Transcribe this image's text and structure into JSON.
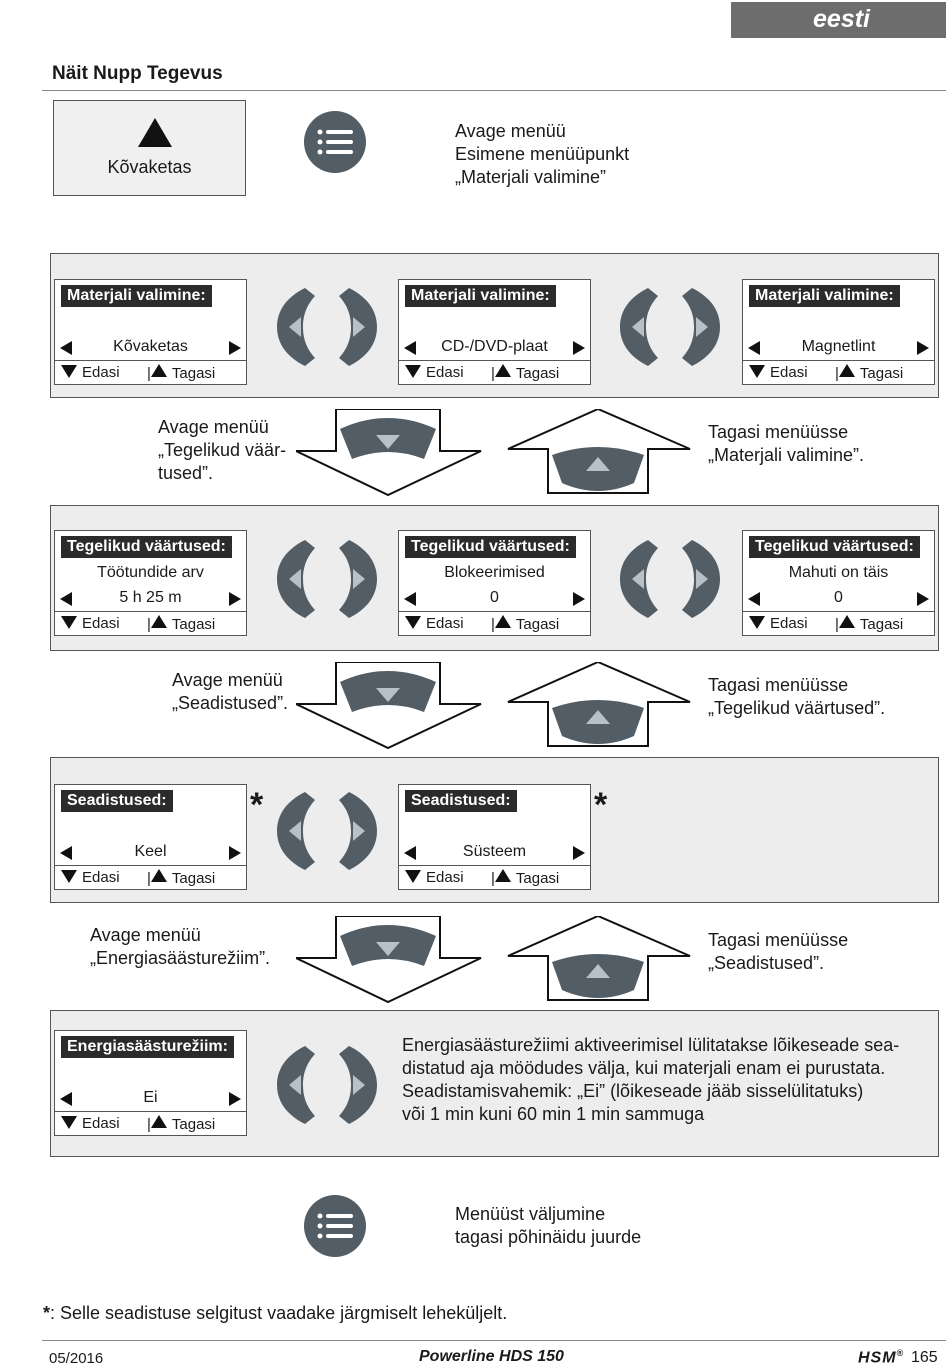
{
  "header": {
    "language": "eesti",
    "section_title": "Näit Nupp Tegevus"
  },
  "intro": {
    "display_text": "Kõvaketas",
    "lines": [
      "Avage menüü",
      "Esimene menüüpunkt",
      "„Materjali valimine”"
    ]
  },
  "arrows": {
    "edasi": "Edasi",
    "tagasi": "Tagasi",
    "separator": "|"
  },
  "material_panel": {
    "screens": [
      {
        "header": "Materjali valimine:",
        "line1": "",
        "line2": "Kõvaketas"
      },
      {
        "header": "Materjali valimine:",
        "line1": "",
        "line2": "CD-/DVD-plaat"
      },
      {
        "header": "Materjali valimine:",
        "line1": "",
        "line2": "Magnetlint"
      }
    ]
  },
  "transition1": {
    "left": [
      "Avage menüü",
      "„Tegelikud väär-",
      "tused”."
    ],
    "right": [
      "Tagasi menüüsse",
      "„Materjali valimine”."
    ]
  },
  "values_panel": {
    "screens": [
      {
        "header": "Tegelikud väärtused:",
        "line1": "Töötundide arv",
        "line2": "5 h 25 m"
      },
      {
        "header": "Tegelikud väärtused:",
        "line1": "Blokeerimised",
        "line2": "0"
      },
      {
        "header": "Tegelikud väärtused:",
        "line1": "Mahuti on täis",
        "line2": "0"
      }
    ]
  },
  "transition2": {
    "left": [
      "Avage menüü",
      "„Seadistused”."
    ],
    "right": [
      "Tagasi menüüsse",
      "„Tegelikud väärtused”."
    ]
  },
  "settings_panel": {
    "star": "*",
    "screens": [
      {
        "header": "Seadistused:",
        "line1": "",
        "line2": "Keel"
      },
      {
        "header": "Seadistused:",
        "line1": "",
        "line2": "Süsteem"
      }
    ]
  },
  "transition3": {
    "left": [
      "Avage menüü",
      "„Energiasäästurežiim”."
    ],
    "right": [
      "Tagasi menüüsse",
      "„Seadistused”."
    ]
  },
  "energy_panel": {
    "screen": {
      "header": "Energiasäästurežiim:",
      "line1": "",
      "line2": "Ei"
    },
    "description": [
      "Energiasäästurežiimi aktiveerimisel lülitatakse lõikeseade sea-",
      "distatud aja möödudes välja, kui materjali enam ei purustata.",
      "Seadistamisvahemik: „Ei” (lõikeseade jääb sisselülitatuks)",
      "või 1 min kuni 60 min 1 min sammuga"
    ]
  },
  "exit": {
    "lines": [
      "Menüüst väljumine",
      "tagasi põhinäidu juurde"
    ]
  },
  "footnote": {
    "marker": "*",
    "text": ": Selle seadistuse selgitust vaadake järgmiselt leheküljelt."
  },
  "footer": {
    "date": "05/2016",
    "product": "Powerline HDS 150",
    "brand": "HSM",
    "reg": "®",
    "page": "165"
  },
  "colors": {
    "button": "#525d66",
    "panel": "#ededed",
    "tab": "#6d6d6d"
  }
}
